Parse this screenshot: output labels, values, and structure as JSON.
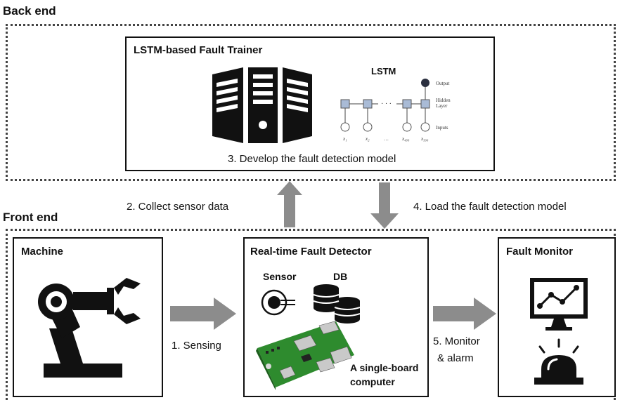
{
  "sections": {
    "back_end": "Back end",
    "front_end": "Front end"
  },
  "trainer": {
    "title": "LSTM-based  Fault Trainer",
    "lstm_label": "LSTM",
    "output_label": "Output",
    "hidden_label": "Hidden\nLayer",
    "inputs_label": "Inputs",
    "x_labels": [
      "x₁",
      "x₂",
      "…",
      "x₄₉₉",
      "x₅₀₀"
    ],
    "step": "3. Develop the fault detection  model"
  },
  "flows": {
    "collect": "2. Collect sensor data",
    "load": "4. Load the fault detection model",
    "sensing": "1. Sensing",
    "monitor_line1": "5. Monitor",
    "monitor_line2": "& alarm"
  },
  "machine": {
    "title": "Machine"
  },
  "detector": {
    "title": "Real-time Fault Detector",
    "sensor": "Sensor",
    "db": "DB",
    "sbc_line1": "A single-board",
    "sbc_line2": "computer"
  },
  "monitor": {
    "title": "Fault Monitor"
  },
  "colors": {
    "arrow": "#8c8c8c",
    "icon": "#111111",
    "board": "#2e8b2e"
  }
}
